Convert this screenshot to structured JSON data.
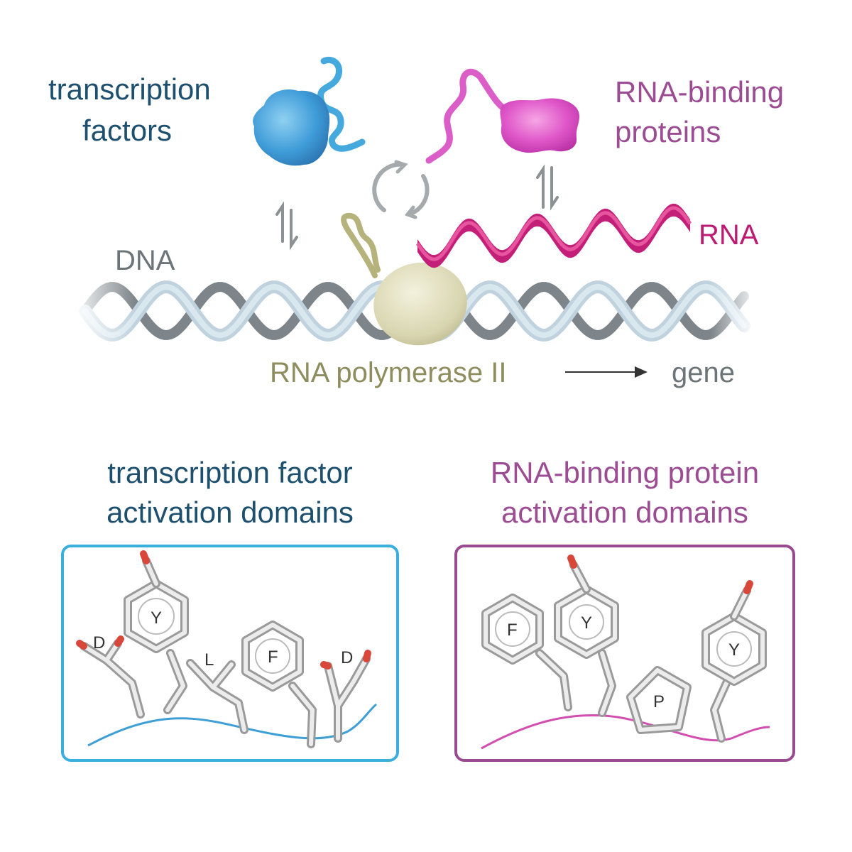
{
  "top": {
    "tf_label": [
      "transcription",
      "factors"
    ],
    "rbp_label": [
      "RNA-binding",
      "proteins"
    ],
    "dna_label": "DNA",
    "rna_label": "RNA",
    "pol_label": "RNA polymerase II",
    "gene_label": "gene"
  },
  "bottom": {
    "left_title": [
      "transcription factor",
      "activation domains"
    ],
    "right_title": [
      "RNA-binding protein",
      "activation domains"
    ],
    "left_residues": [
      "D",
      "Y",
      "L",
      "F",
      "D"
    ],
    "right_residues": [
      "F",
      "Y",
      "P",
      "Y"
    ]
  },
  "colors": {
    "tf": "#1d4f6e",
    "tf_box": "#3aafdd",
    "rbp": "#9c4c93",
    "rbp_box": "#9a4a91",
    "rna": "#bd1b72",
    "polymerase": "#8d8d5e",
    "dna": "#6d7478"
  }
}
